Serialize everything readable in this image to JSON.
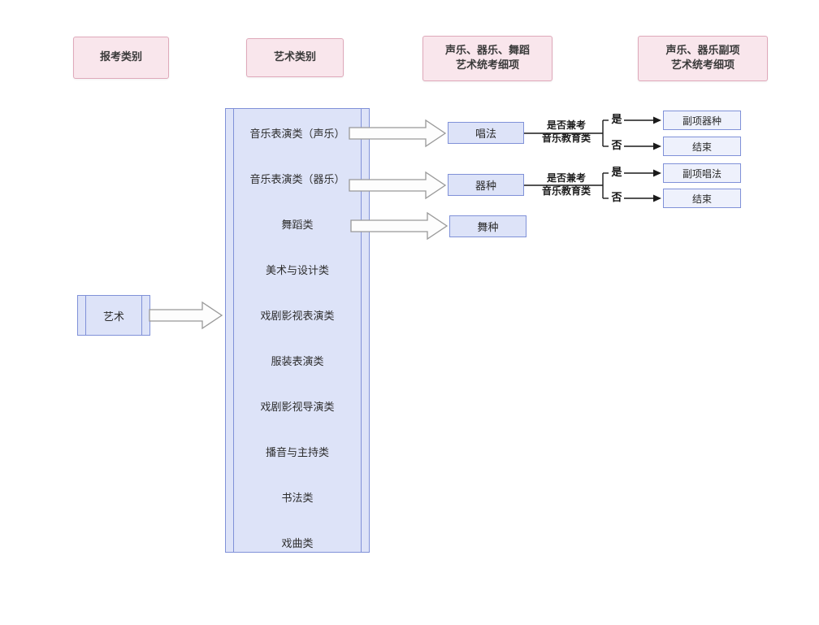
{
  "colors": {
    "background": "#ffffff",
    "header_fill": "#f9e6ec",
    "header_border": "#dfa9ba",
    "node_fill": "#dde3f8",
    "node_border": "#8091d8",
    "result_fill": "#eef1fc",
    "block_arrow_fill": "#fdfdfd",
    "block_arrow_border": "#999999",
    "connector": "#1a1a1a"
  },
  "headers": [
    {
      "label": "报考类别"
    },
    {
      "label": "艺术类别"
    },
    {
      "label": "声乐、器乐、舞蹈\n艺术统考细项"
    },
    {
      "label": "声乐、器乐副项\n艺术统考细项"
    }
  ],
  "root": {
    "label": "艺术"
  },
  "categories": [
    "音乐表演类（声乐）",
    "音乐表演类（器乐）",
    "舞蹈类",
    "美术与设计类",
    "戏剧影视表演类",
    "服装表演类",
    "戏剧影视导演类",
    "播音与主持类",
    "书法类",
    "戏曲类"
  ],
  "detail_nodes": {
    "vocal": "唱法",
    "instrument": "器种",
    "dance": "舞种"
  },
  "branches": {
    "vocal": {
      "condition": "是否兼考\n音乐教育类",
      "yes_label": "是",
      "no_label": "否",
      "yes_target": "副项器种",
      "no_target": "结束"
    },
    "instrument": {
      "condition": "是否兼考\n音乐教育类",
      "yes_label": "是",
      "no_label": "否",
      "yes_target": "副项唱法",
      "no_target": "结束"
    }
  }
}
